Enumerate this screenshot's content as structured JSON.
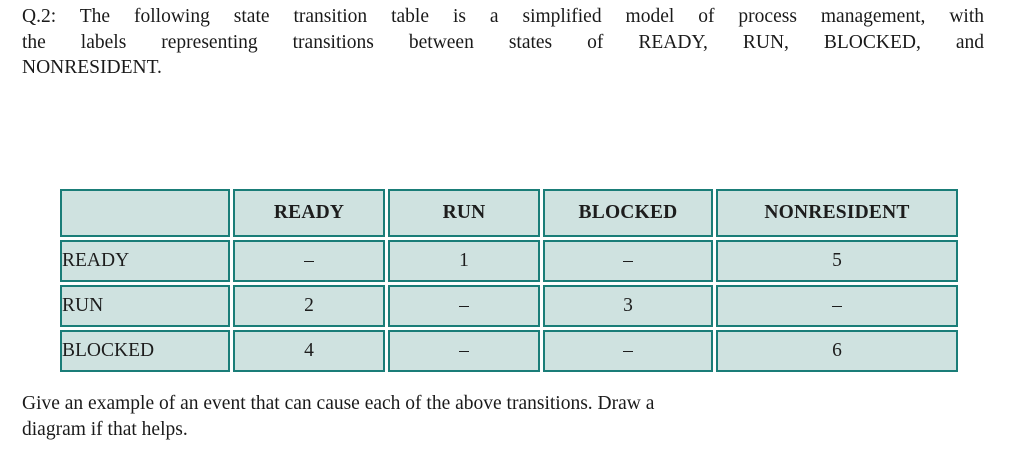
{
  "page": {
    "background_color": "#ffffff",
    "text_color": "#1a1a1a"
  },
  "question": {
    "label": "Q.2:",
    "line1": "The following state transition table is a simplified model of process management, with",
    "line2": "the labels representing transitions between states of READY, RUN, BLOCKED, and",
    "line3": "NONRESIDENT."
  },
  "table": {
    "border_color": "#1a7d78",
    "cell_background": "#cfe2e0",
    "corner_label": "",
    "column_headers": [
      "READY",
      "RUN",
      "BLOCKED",
      "NONRESIDENT"
    ],
    "rows": [
      {
        "label": "READY",
        "cells": [
          "–",
          "1",
          "–",
          "5"
        ]
      },
      {
        "label": "RUN",
        "cells": [
          "2",
          "–",
          "3",
          "–"
        ]
      },
      {
        "label": "BLOCKED",
        "cells": [
          "4",
          "–",
          "–",
          "6"
        ]
      }
    ]
  },
  "footer": {
    "line1": "Give an example of an event that can cause each of the above transitions. Draw a",
    "line2": "diagram if that helps."
  }
}
